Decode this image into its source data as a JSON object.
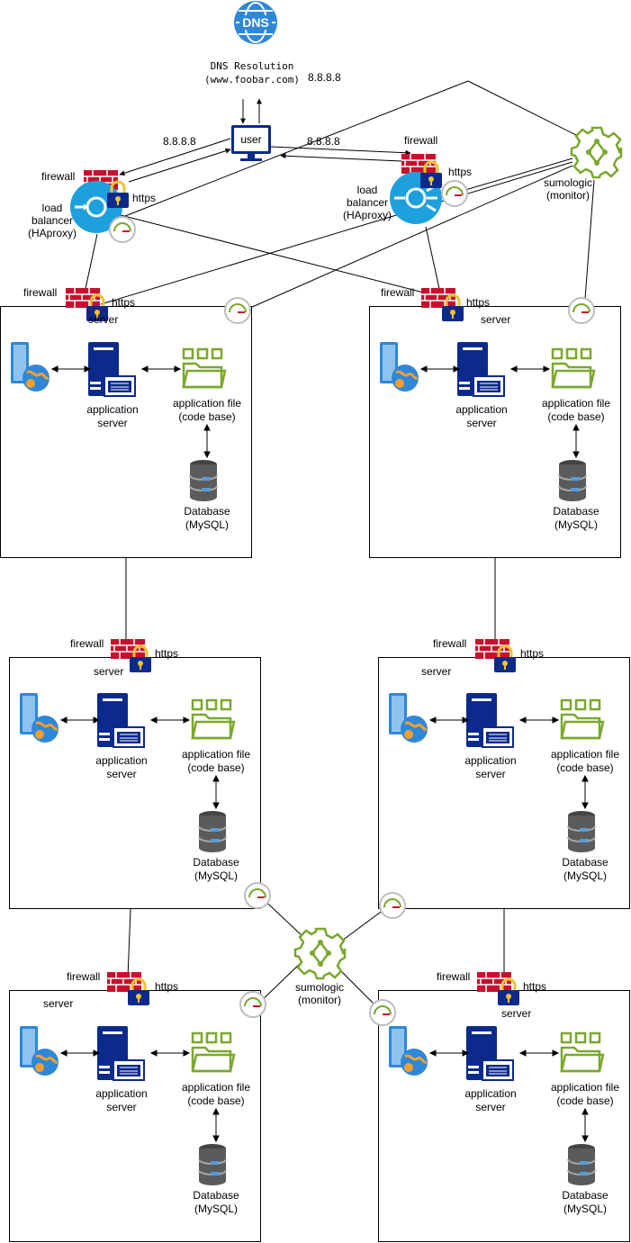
{
  "dns": {
    "icon_text": "DNS",
    "resolution_label": "DNS Resolution",
    "domain_label": "(www.foobar.com)",
    "ip_label": "8.8.8.8"
  },
  "user": {
    "label": "user"
  },
  "links": {
    "ip_left": "8.8.8.8",
    "ip_right": "8.8.8.8"
  },
  "load_balancers": [
    {
      "firewall_label": "firewall",
      "https_label": "https",
      "label_line1": "load",
      "label_line2": "balancer",
      "label_line3": "(HAproxy)"
    },
    {
      "firewall_label": "firewall",
      "https_label": "https",
      "label_line1": "load",
      "label_line2": "balancer",
      "label_line3": "(HAproxy)"
    }
  ],
  "monitors": [
    {
      "label_line1": "sumologic",
      "label_line2": "(monitor)"
    },
    {
      "label_line1": "sumologic",
      "label_line2": "(monitor)"
    }
  ],
  "servers": [
    {
      "firewall_label": "firewall",
      "https_label": "https",
      "title": "server",
      "app_line1": "application",
      "app_line2": "server",
      "code_line1": "application file",
      "code_line2": "(code base)",
      "db_line1": "Database",
      "db_line2": "(MySQL)"
    },
    {
      "firewall_label": "firewall",
      "https_label": "https",
      "title": "server",
      "app_line1": "application",
      "app_line2": "server",
      "code_line1": "application file",
      "code_line2": "(code base)",
      "db_line1": "Database",
      "db_line2": "(MySQL)"
    },
    {
      "firewall_label": "firewall",
      "https_label": "https",
      "title": "server",
      "app_line1": "application",
      "app_line2": "server",
      "code_line1": "application file",
      "code_line2": "(code base)",
      "db_line1": "Database",
      "db_line2": "(MySQL)"
    },
    {
      "firewall_label": "firewall",
      "https_label": "https",
      "title": "server",
      "app_line1": "application",
      "app_line2": "server",
      "code_line1": "application file",
      "code_line2": "(code base)",
      "db_line1": "Database",
      "db_line2": "(MySQL)"
    },
    {
      "firewall_label": "firewall",
      "https_label": "https",
      "title": "server",
      "app_line1": "application",
      "app_line2": "server",
      "code_line1": "application file",
      "code_line2": "(code base)",
      "db_line1": "Database",
      "db_line2": "(MySQL)"
    },
    {
      "firewall_label": "firewall",
      "https_label": "https",
      "title": "server",
      "app_line1": "application",
      "app_line2": "server",
      "code_line1": "application file",
      "code_line2": "(code base)",
      "db_line1": "Database",
      "db_line2": "(MySQL)"
    }
  ],
  "colors": {
    "dns_blue": "#2f87d8",
    "navy": "#0b2a8c",
    "firewall_red": "#c8102e",
    "lock_yellow": "#f2c230",
    "lb_blue": "#1ea0dd",
    "monitor_green": "#7aa82c",
    "folder_green": "#7aa82c",
    "db_gray": "#5b5b5b",
    "gauge_gray": "#bdbdbd"
  },
  "icons": [
    "dns-icon",
    "user-monitor-icon",
    "firewall-icon",
    "lock-icon",
    "load-balancer-icon",
    "gauge-icon",
    "sumologic-icon",
    "web-server-icon",
    "application-server-icon",
    "code-folder-icon",
    "database-icon"
  ]
}
